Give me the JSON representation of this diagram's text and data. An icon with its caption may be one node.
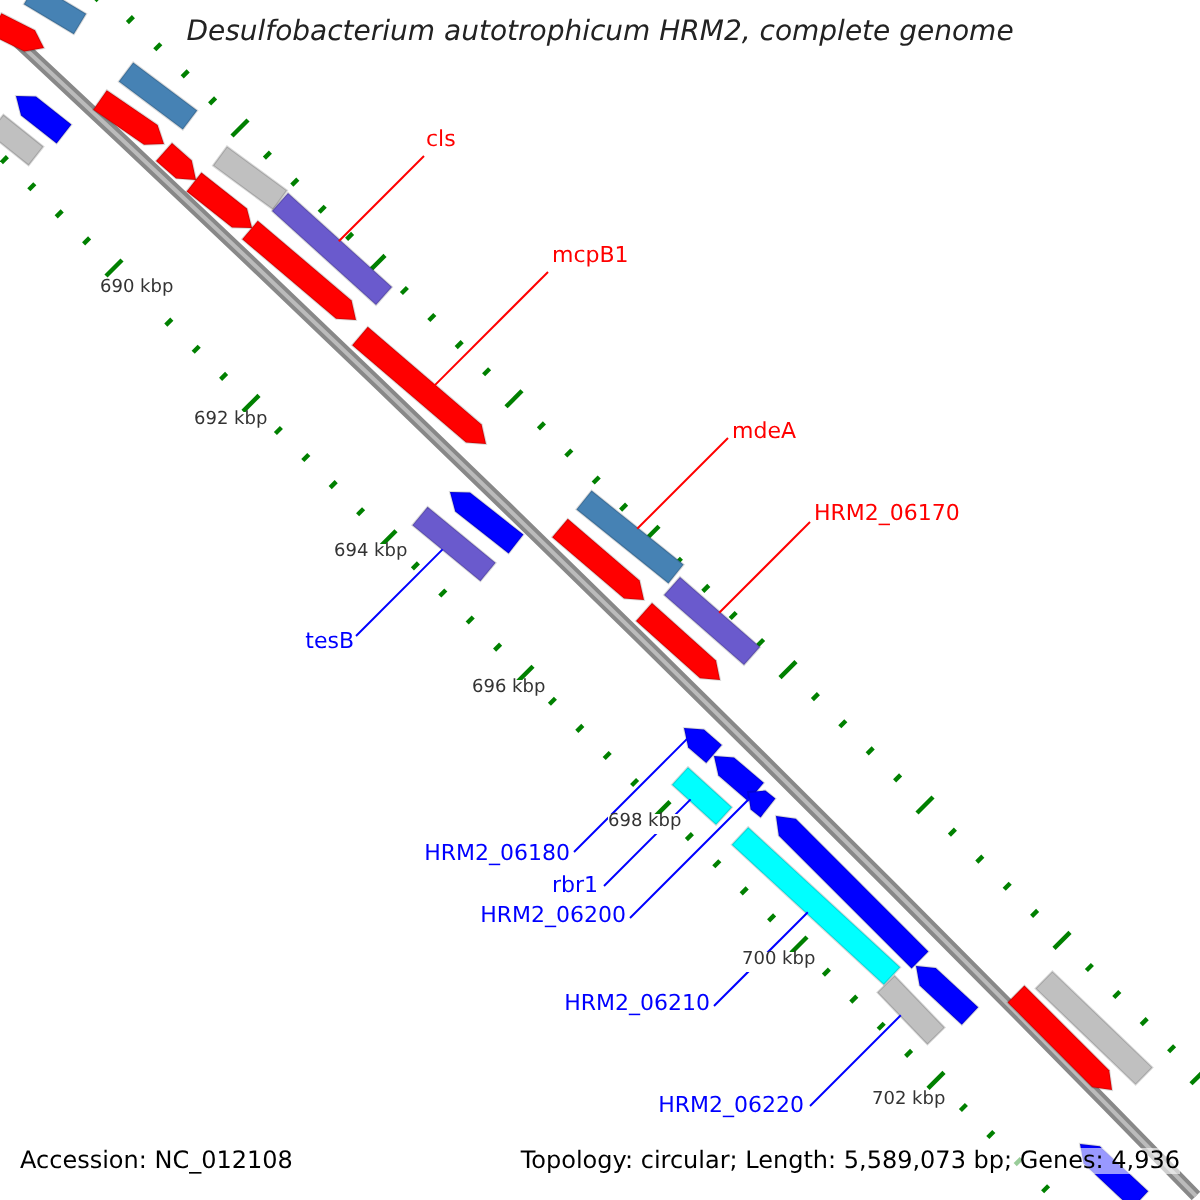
{
  "diagram": {
    "title": "Desulfobacterium autotrophicum HRM2, complete genome",
    "nodes": [
      {
        "text": [
          "cls"
        ]
      },
      {
        "text": [
          "mcpB1"
        ]
      },
      {
        "text": [
          "mdeA"
        ]
      },
      {
        "text": [
          "HRM2_06170"
        ]
      },
      {
        "text": [
          "tesB"
        ]
      },
      {
        "text": [
          "HRM2_06180"
        ]
      },
      {
        "text": [
          "rbr1"
        ]
      },
      {
        "text": [
          "HRM2_06200"
        ]
      },
      {
        "text": [
          "HRM2_06210"
        ]
      },
      {
        "text": [
          "HRM2_06220"
        ]
      },
      {
        "text": [],
        "shape": "bar"
      },
      {
        "text": [],
        "shape": "bar"
      },
      {
        "text": [],
        "shape": "bar"
      },
      {
        "text": [],
        "shape": "bar"
      },
      {
        "text": [],
        "shape": "bar"
      },
      {
        "text": [],
        "shape": "bar"
      },
      {
        "text": [],
        "shape": "bar"
      },
      {
        "text": [],
        "shape": "bar"
      },
      {
        "text": [],
        "shape": "bar"
      },
      {
        "text": [],
        "shape": "bar"
      },
      {
        "text": [],
        "shape": "bar"
      },
      {
        "text": [],
        "shape": "bar"
      },
      {
        "text": [],
        "shape": "bar"
      },
      {
        "text": [],
        "shape": "bar"
      },
      {
        "text": [],
        "shape": "bar"
      },
      {
        "text": [],
        "shape": "bar"
      },
      {
        "text": [],
        "shape": "bar"
      },
      {
        "text": [],
        "shape": "bar"
      },
      {
        "text": [],
        "shape": "bar"
      },
      {
        "text": [],
        "shape": "bar"
      },
      {
        "text": [],
        "shape": "bar"
      },
      {
        "text": [],
        "shape": "bar"
      },
      {
        "text": [],
        "shape": "bar"
      },
      {
        "text": [],
        "shape": "bar"
      },
      {
        "text": [],
        "shape": "bar"
      },
      {
        "text": [],
        "shape": "bar"
      },
      {
        "text": [],
        "shape": "bar"
      },
      {
        "text": [],
        "shape": "bar"
      },
      {
        "text": [],
        "shape": "bar"
      }
    ],
    "edges": [
      {
        "from": 0,
        "to": 19,
        "arrow": "none",
        "color": "#ff0000"
      },
      {
        "from": 1,
        "to": 21,
        "arrow": "none",
        "color": "#ff0000"
      },
      {
        "from": 2,
        "to": 24,
        "arrow": "none",
        "color": "#ff0000"
      },
      {
        "from": 3,
        "to": 26,
        "arrow": "none",
        "color": "#ff0000"
      },
      {
        "from": 4,
        "to": 23,
        "arrow": "none"
      },
      {
        "from": 5,
        "to": 28,
        "arrow": "none"
      },
      {
        "from": 6,
        "to": 31,
        "arrow": "none"
      },
      {
        "from": 7,
        "to": 30,
        "arrow": "none"
      },
      {
        "from": 8,
        "to": 32,
        "arrow": "none"
      },
      {
        "from": 9,
        "to": 34,
        "arrow": "none"
      }
    ],
    "labels": [
      "690 kbp",
      "692 kbp",
      "694 kbp",
      "696 kbp",
      "698 kbp",
      "700 kbp",
      "702 kbp",
      "Accession: NC_012108",
      "Topology: circular; Length: 5,589,073 bp; Genes: 4,936"
    ]
  }
}
